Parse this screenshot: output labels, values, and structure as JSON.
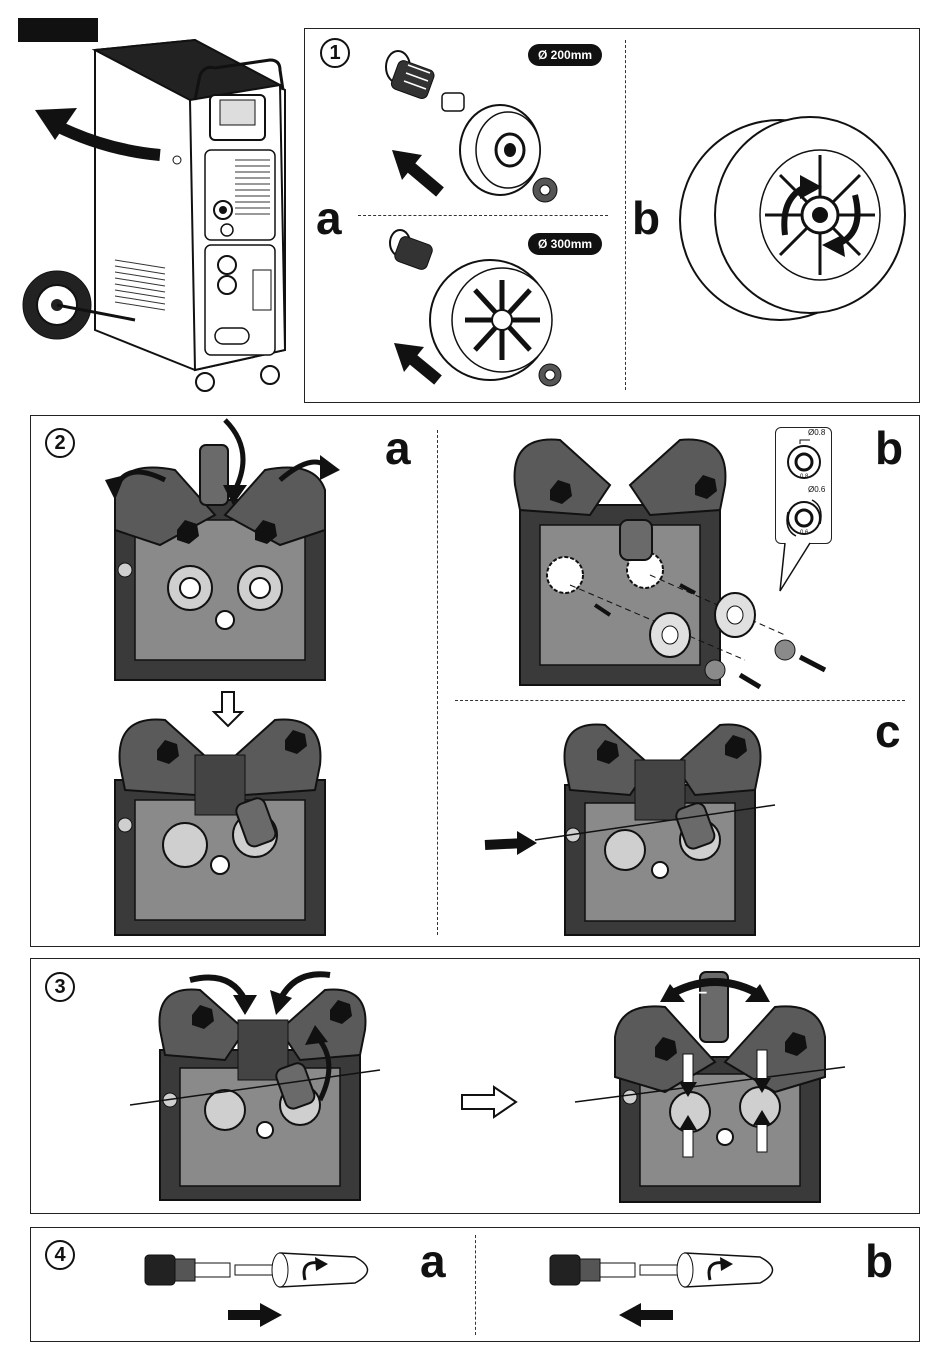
{
  "panel1": {
    "step": "1",
    "sub_a": "a",
    "sub_b": "b",
    "spool_small_label": "Ø 200mm",
    "spool_large_label": "Ø 300mm"
  },
  "panel2": {
    "step": "2",
    "sub_a": "a",
    "sub_b": "b",
    "sub_c": "c",
    "roller_08_label": "Ø0.8",
    "roller_06_label": "Ø0.6",
    "roller_08_small": "0.8",
    "roller_06_small": "0.6"
  },
  "panel3": {
    "step": "3",
    "minus": "−",
    "plus": "+"
  },
  "panel4": {
    "step": "4",
    "sub_a": "a",
    "sub_b": "b"
  },
  "colors": {
    "ink": "#111111",
    "dark_grey": "#4a4a4a",
    "mid_grey": "#8a8a8a",
    "light_grey": "#cfcfcf"
  }
}
